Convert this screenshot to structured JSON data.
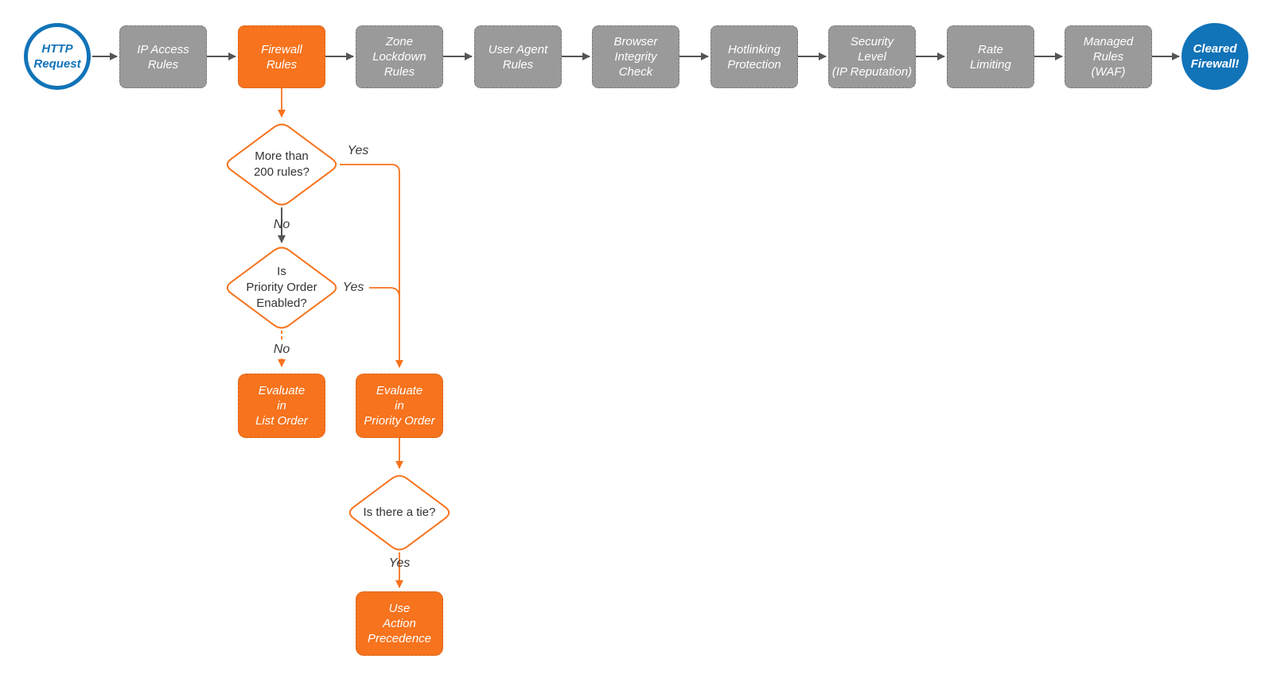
{
  "diagram": {
    "colors": {
      "blue": "#1173b8",
      "orange": "#f7731d",
      "gray": "#9a9a9a",
      "arrow": "#555555"
    },
    "start": {
      "label": "HTTP\nRequest"
    },
    "end": {
      "label": "Cleared\nFirewall!"
    },
    "pipeline": [
      {
        "label": "IP Access\nRules"
      },
      {
        "label": "Firewall\nRules"
      },
      {
        "label": "Zone\nLockdown\nRules"
      },
      {
        "label": "User Agent\nRules"
      },
      {
        "label": "Browser\nIntegrity\nCheck"
      },
      {
        "label": "Hotlinking\nProtection"
      },
      {
        "label": "Security\nLevel\n(IP Reputation)"
      },
      {
        "label": "Rate\nLimiting"
      },
      {
        "label": "Managed\nRules\n(WAF)"
      }
    ],
    "decisions": [
      {
        "label": "More than\n200 rules?"
      },
      {
        "label": "Is\nPriority Order\nEnabled?"
      },
      {
        "label": "Is there a tie?"
      }
    ],
    "actions": [
      {
        "label": "Evaluate\nin\nList Order"
      },
      {
        "label": "Evaluate\nin\nPriority Order"
      },
      {
        "label": "Use\nAction\nPrecedence"
      }
    ],
    "edge_labels": {
      "yes1": "Yes",
      "no1": "No",
      "yes2": "Yes",
      "no2": "No",
      "yes3": "Yes"
    }
  }
}
